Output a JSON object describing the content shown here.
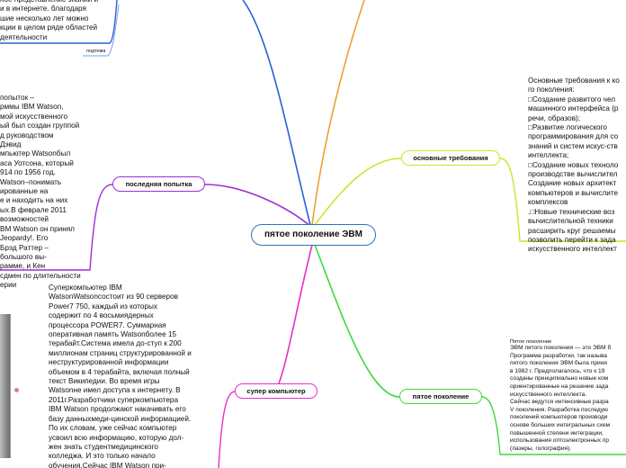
{
  "central": {
    "label": "пятое поколение ЭВМ"
  },
  "topics": {
    "requirements": "основные требования",
    "last_attempt": "последняя попытка",
    "supercomputer": "супер компьютер",
    "fifth_generation": "пятое поколение"
  },
  "notes": {
    "top_left_text": "ное представление знаний и\nи в интернете. благодаря\nшие несколько лет можно\nкции в целом ряде областей\nдеятельности",
    "top_left_sublabel": "подтема",
    "last_attempt_text": "попыток –\nрммы IBM Watson,\nмой искусственного\nый был создан группой\nд руководством\nДэвид\nмпьютер Watsonбыл\nаса Уотсона, который\n914 по 1956 год.\nWatson–понимать\nированные на\nе и находить на них\nых.В феврале 2011\nвозможностей\nBM Watson он принял\nJeopardy!. Его\nБрэд Раттер –\nбольшого вы-\nрамме, и Кен\nсдмен по длительности\nерии",
    "requirements_text": "Основные требования к ко\nго поколения:\n□Создание развитого чел\nмашинного интерфейса (р\nречи, образов);\n□Развитие логического\nпрограммирования для со\nзнаний и систем искус-ств\nинтеллекта;\n□Создание новых техноло\nпроизводстве вычислител\nСоздание новых архитект\nкомпьютеров и вычислите\nкомплексов\n.□Новые технические воз\nвычислительной техники\nрасширить круг решаемы\nпозволить перейти к зада\nискусственного интеллект",
    "supercomputer_text": "Суперкомпьютер IBM\nWatsonWatsonсостоит из 90 серверов\nPower7 750, каждый из которых\nсодержит по 4 восьмиядерных\nпроцессора POWER7. Суммарная\nоперативная память Watsonболее 15\nтерабайт.Система имела до-ступ к 200\nмиллионам страниц структурированной и\nнеструктурированной информации\nобъемом в 4 терабайта, включая полный\nтекст Википедии. Во время игры\nWatsonне имел доступа к интернету. В\n2011г.Разработчики суперкомпьютера\nIBM Watson продолжают накачивать его\nбазу данныхмеди-цинской информацией.\nПо их словам, уже сейчас компьютер\nусвоил всю информацию, которую дол-\nжен знать студентмедицинского\nколледжа. И это только начало\nобучения.Сейчас IBM Watson при-\nспосабливают для ответа на вопросы\nврача «Чем болен данный пациент с",
    "fifth_title": "Пятое поколение",
    "fifth_text": "ЭВМ пятого поколения — это ЭВМ б\nПрограмма разработки, так называ\nпятого поколения ЭВМ была приня\nв 1982 г. Предполагалось, что к 19\nсозданы принципиально новые ком\nориентированные на решение зада\nискусственного интеллекта.\nСейчас ведутся интенсивные разра\nV поколения. Разработка последую\nпоколений компьютеров производи\nоснове больших интегральных схем\nповышенной степени интеграции,\nиспользования оптоэлектронных пр\n(лазеры, голография)."
  },
  "colors": {
    "central_border": "#2e75b6",
    "top_left_branch": "#2e5fd6",
    "top_branch": "#f0a030",
    "requirements": "#c8e62a",
    "last_attempt": "#9b2fd2",
    "supercomputer": "#e62fc9",
    "fifth_generation": "#3fd83f"
  }
}
